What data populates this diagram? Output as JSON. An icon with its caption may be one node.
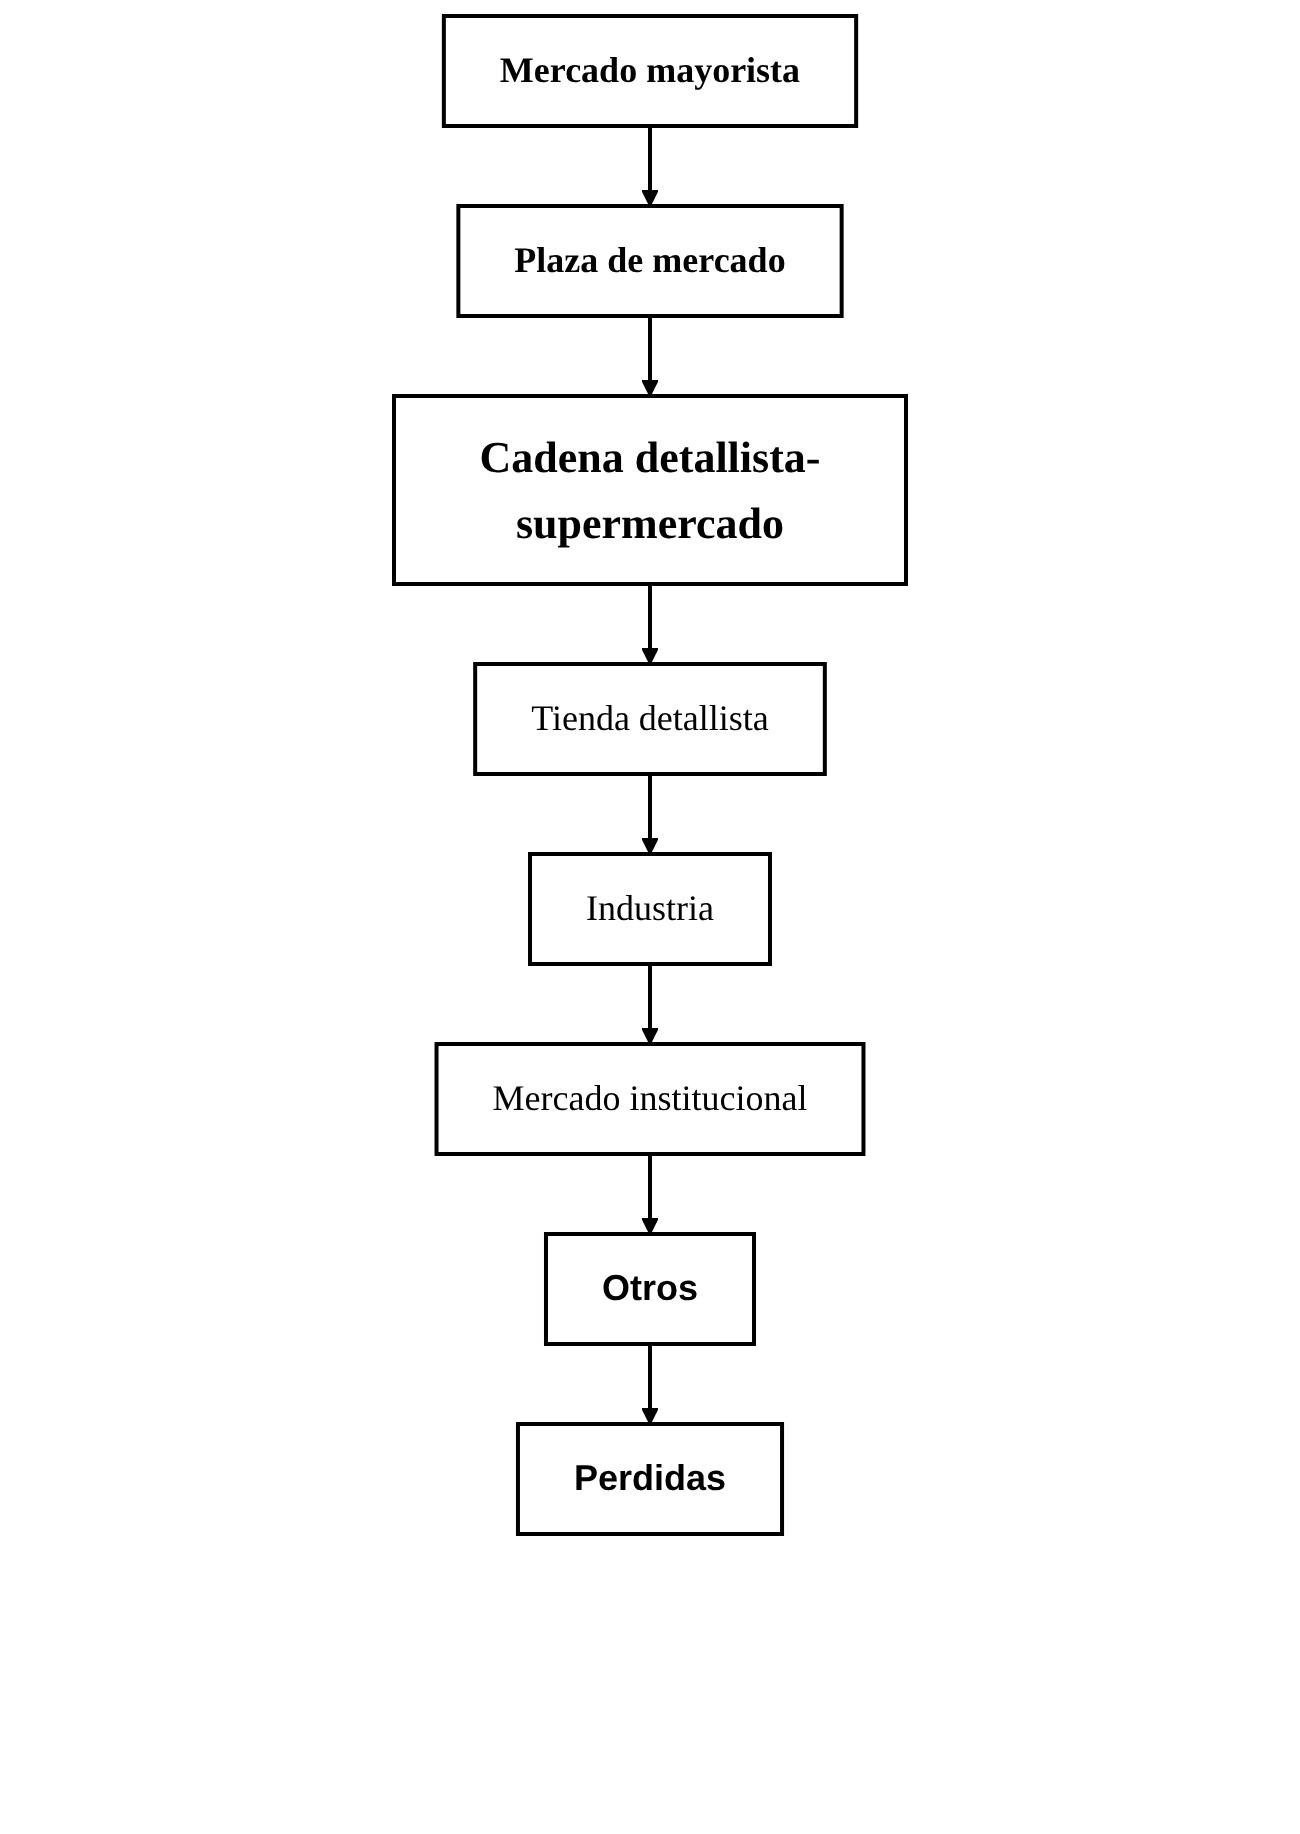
{
  "diagram": {
    "nodes": [
      {
        "text": [
          "Mercado mayorista"
        ]
      },
      {
        "text": [
          "Plaza de mercado"
        ]
      },
      {
        "text": [
          "Cadena detallista-supermercado"
        ]
      },
      {
        "text": [
          "Tienda detallista"
        ]
      },
      {
        "text": [
          "Industria"
        ]
      },
      {
        "text": [
          "Mercado institucional"
        ]
      },
      {
        "text": [
          "Otros"
        ]
      },
      {
        "text": [
          "Perdidas"
        ]
      }
    ],
    "edges": [
      {
        "from": 0,
        "to": 1,
        "arrow": "to"
      },
      {
        "from": 1,
        "to": 2,
        "arrow": "to"
      },
      {
        "from": 2,
        "to": 3,
        "arrow": "to"
      },
      {
        "from": 3,
        "to": 4,
        "arrow": "to"
      },
      {
        "from": 4,
        "to": 5,
        "arrow": "to"
      },
      {
        "from": 5,
        "to": 6,
        "arrow": "to"
      },
      {
        "from": 6,
        "to": 7,
        "arrow": "to"
      }
    ]
  }
}
